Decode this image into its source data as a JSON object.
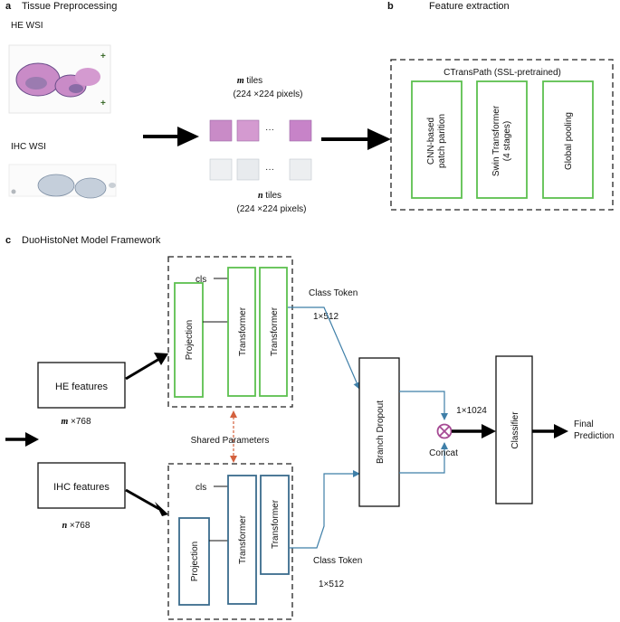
{
  "panel_a": {
    "letter": "a",
    "title": "Tissue Preprocessing",
    "he_wsi_label": "HE WSI",
    "ihc_wsi_label": "IHC WSI",
    "m_symbol": "m",
    "m_tiles_text": " tiles",
    "m_tiles_size": "(224 ×224 pixels)",
    "n_symbol": "n",
    "n_tiles_text": " tiles",
    "n_tiles_size": "(224 ×224 pixels)",
    "ellipsis": "···",
    "colors": {
      "he_tissue": "#c98bc7",
      "ihc_tissue": "#b9c6d6"
    }
  },
  "panel_b": {
    "letter": "b",
    "title": "Feature extraction",
    "box_title": "CTransPath (SSL-pretrained)",
    "module_1_line1": "CNN-based",
    "module_1_line2": "patch parition",
    "module_2_line1": "Swin Transformer",
    "module_2_line2": "(4 stages)",
    "module_3": "Global pooling",
    "colors": {
      "module_border": "#5cc04f"
    }
  },
  "panel_c": {
    "letter": "c",
    "title": "DuoHistoNet Model Framework",
    "he_features": "HE features",
    "he_dim_symbol": "m",
    "he_dim": " ×768",
    "ihc_features": "IHC features",
    "ihc_dim_symbol": "n",
    "ihc_dim": " ×768",
    "cls_top": "cls",
    "cls_bottom": "cls",
    "projection_top": "Projection",
    "projection_bottom": "Projection",
    "transformer_top_1": "Transformer",
    "transformer_top_2": "Transformer",
    "transformer_bottom_1": "Transformer",
    "transformer_bottom_2": "Transformer",
    "shared_parameters": "Shared Parameters",
    "class_token_top": "Class Token",
    "class_token_top_dim": "1×512",
    "class_token_bottom": "Class Token",
    "class_token_bottom_dim": "1×512",
    "branch_dropout": "Branch Dropout",
    "concat": "Concat",
    "concat_dim": "1×1024",
    "classifier": "Classifier",
    "final_line1": "Final",
    "final_line2": "Prediction",
    "colors": {
      "he_branch": "#5cc04f",
      "ihc_branch": "#3a6b8c",
      "link": "#3f7fa8",
      "shared": "#d4613e",
      "concat": "#a64a94"
    }
  }
}
